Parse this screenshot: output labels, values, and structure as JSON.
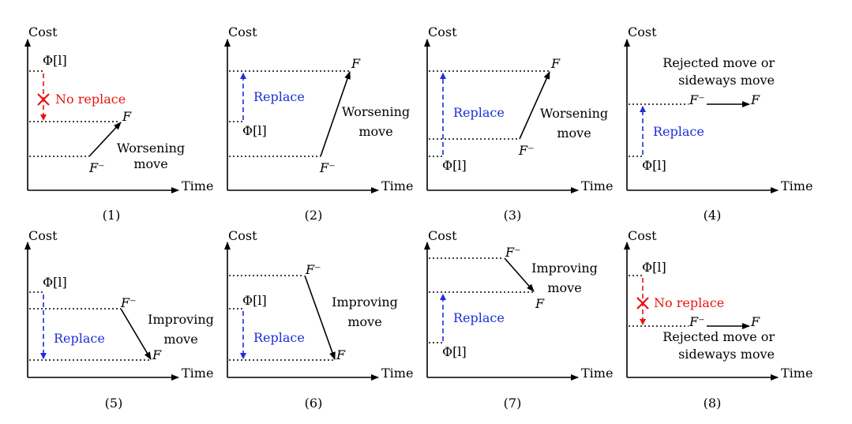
{
  "colors": {
    "axis": "#000000",
    "replace": "#1c2fd8",
    "no_replace": "#e8140e"
  },
  "common": {
    "ylabel": "Cost",
    "xlabel": "Time",
    "phi": "Φ[l]",
    "f": "F",
    "fminus": "F⁻"
  },
  "panels": [
    {
      "caption": "(1)",
      "action": "No replace",
      "move": [
        "Worsening",
        "move"
      ]
    },
    {
      "caption": "(2)",
      "action": "Replace",
      "move": [
        "Worsening",
        "move"
      ]
    },
    {
      "caption": "(3)",
      "action": "Replace",
      "move": [
        "Worsening",
        "move"
      ]
    },
    {
      "caption": "(4)",
      "action": "Replace",
      "move": [
        "Rejected move or",
        "sideways move"
      ]
    },
    {
      "caption": "(5)",
      "action": "Replace",
      "move": [
        "Improving",
        "move"
      ]
    },
    {
      "caption": "(6)",
      "action": "Replace",
      "move": [
        "Improving",
        "move"
      ]
    },
    {
      "caption": "(7)",
      "action": "Replace",
      "move": [
        "Improving",
        "move"
      ]
    },
    {
      "caption": "(8)",
      "action": "No replace",
      "move": [
        "Rejected move or",
        "sideways move"
      ]
    }
  ]
}
